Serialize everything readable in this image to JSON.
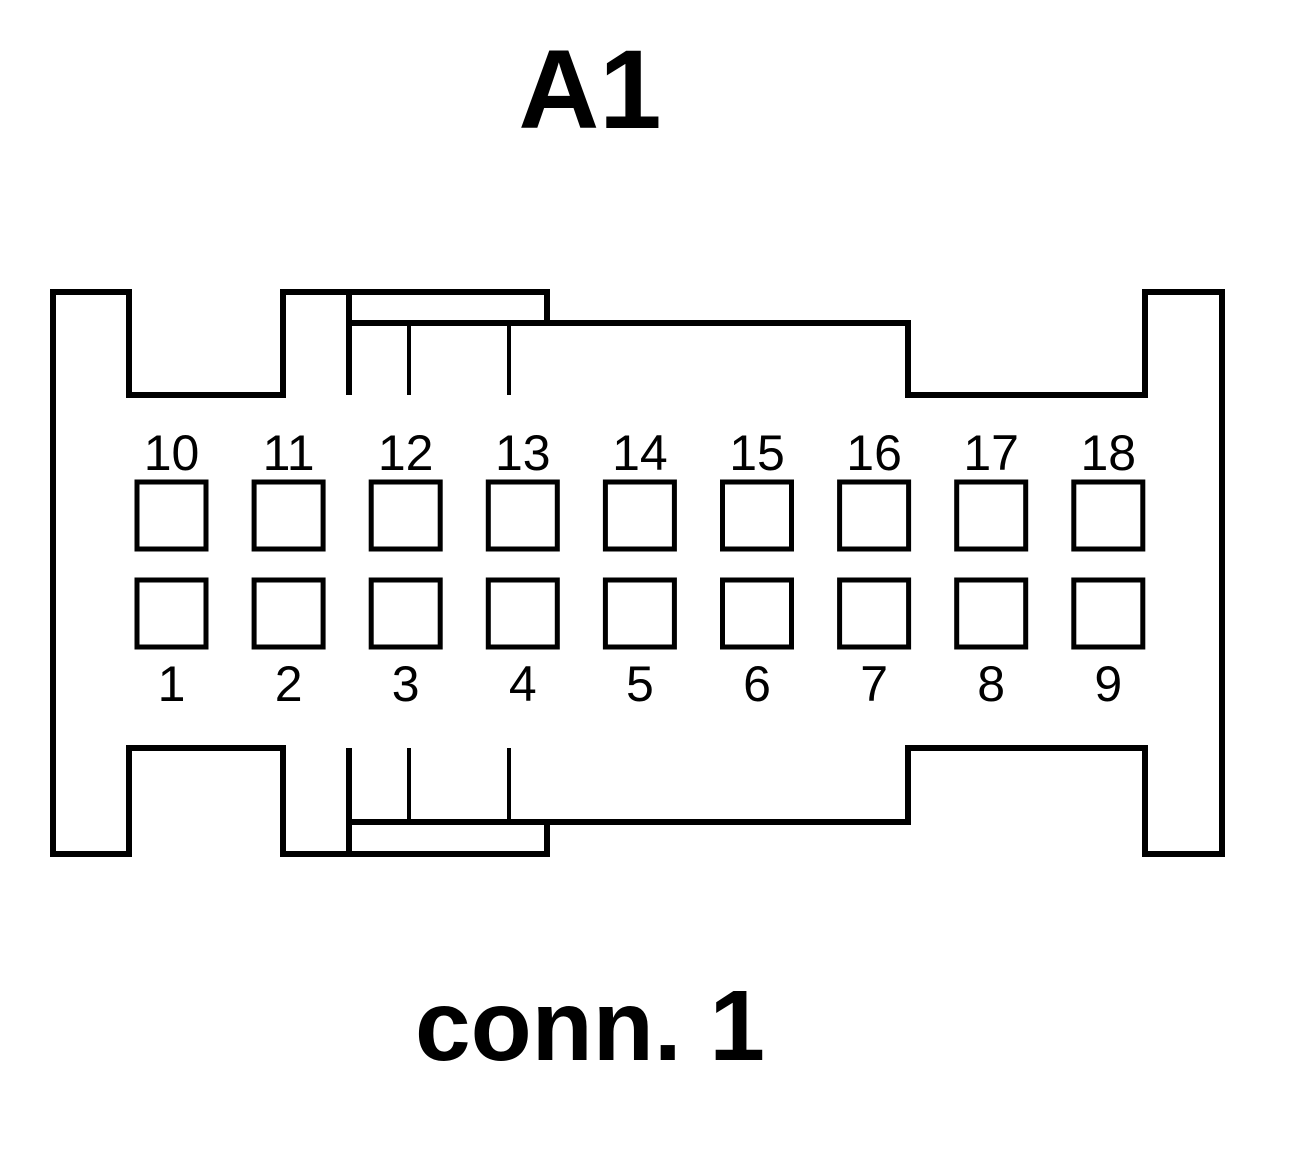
{
  "connector": {
    "id_label": "A1",
    "name_label": "conn. 1"
  },
  "pins": {
    "top_row": [
      "10",
      "11",
      "12",
      "13",
      "14",
      "15",
      "16",
      "17",
      "18"
    ],
    "bottom_row": [
      "1",
      "2",
      "3",
      "4",
      "5",
      "6",
      "7",
      "8",
      "9"
    ]
  },
  "colors": {
    "stroke": "#000000",
    "background": "#ffffff"
  }
}
